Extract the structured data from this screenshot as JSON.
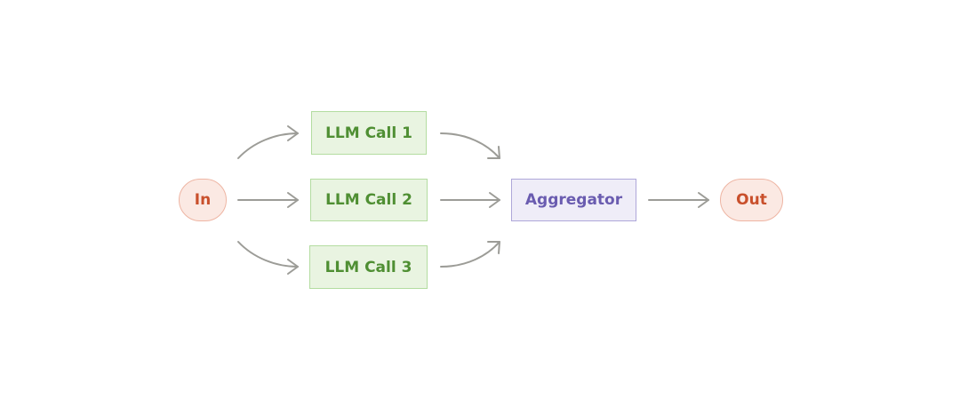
{
  "diagram": {
    "input_label": "In",
    "calls": [
      {
        "label": "LLM Call 1"
      },
      {
        "label": "LLM Call 2"
      },
      {
        "label": "LLM Call 3"
      }
    ],
    "aggregator_label": "Aggregator",
    "output_label": "Out"
  },
  "colors": {
    "terminal_fill": "#fbe9e3",
    "terminal_text": "#c9502c",
    "llm_fill": "#e9f4e1",
    "llm_text": "#4f8f33",
    "aggregator_fill": "#efedf8",
    "aggregator_text": "#6a5cb0",
    "arrow": "#9c9c97"
  }
}
